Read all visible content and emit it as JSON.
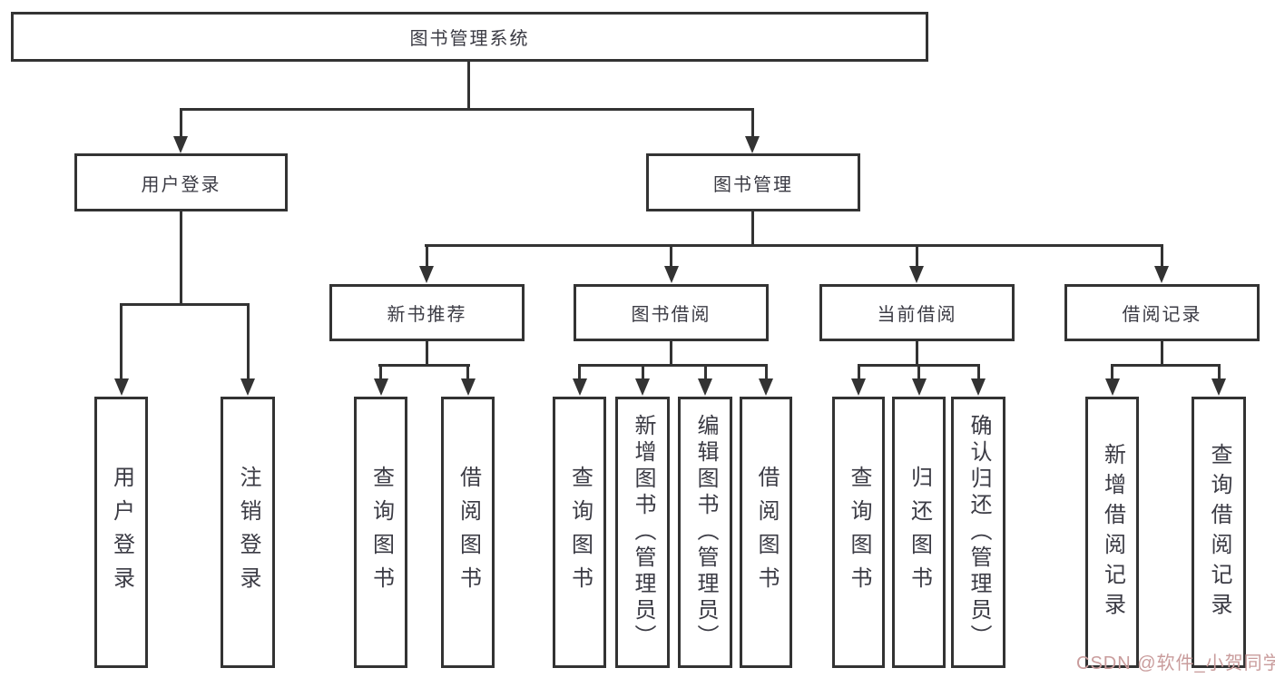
{
  "diagram": {
    "title": "图书管理系统",
    "root": {
      "label": "图书管理系统"
    },
    "level2": [
      {
        "id": "user-login",
        "label": "用户登录"
      },
      {
        "id": "book-management",
        "label": "图书管理"
      }
    ],
    "level3": [
      {
        "id": "new-book-recommend",
        "label": "新书推荐",
        "parent": "图书管理"
      },
      {
        "id": "book-borrow",
        "label": "图书借阅",
        "parent": "图书管理"
      },
      {
        "id": "current-borrow",
        "label": "当前借阅",
        "parent": "图书管理"
      },
      {
        "id": "borrow-records",
        "label": "借阅记录",
        "parent": "图书管理"
      }
    ],
    "leaves": [
      {
        "label": "用户登录",
        "parent": "用户登录"
      },
      {
        "label": "注销登录",
        "parent": "用户登录"
      },
      {
        "label": "查询图书",
        "parent": "新书推荐"
      },
      {
        "label": "借阅图书",
        "parent": "新书推荐"
      },
      {
        "label": "查询图书",
        "parent": "图书借阅"
      },
      {
        "label": "新增图书（管理员）",
        "parent": "图书借阅"
      },
      {
        "label": "编辑图书（管理员）",
        "parent": "图书借阅"
      },
      {
        "label": "借阅图书",
        "parent": "图书借阅"
      },
      {
        "label": "查询图书",
        "parent": "当前借阅"
      },
      {
        "label": "归还图书",
        "parent": "当前借阅"
      },
      {
        "label": "确认归还（管理员）",
        "parent": "当前借阅"
      },
      {
        "label": "新增借阅记录",
        "parent": "借阅记录"
      },
      {
        "label": "查询借阅记录",
        "parent": "借阅记录"
      }
    ]
  },
  "watermark": {
    "text": "CSDN @软件_小贺同学",
    "color": "#c99c9c"
  },
  "colors": {
    "background": "#ffffff",
    "line": "#333333",
    "box_border": "#333333",
    "text": "#3b3b44"
  }
}
